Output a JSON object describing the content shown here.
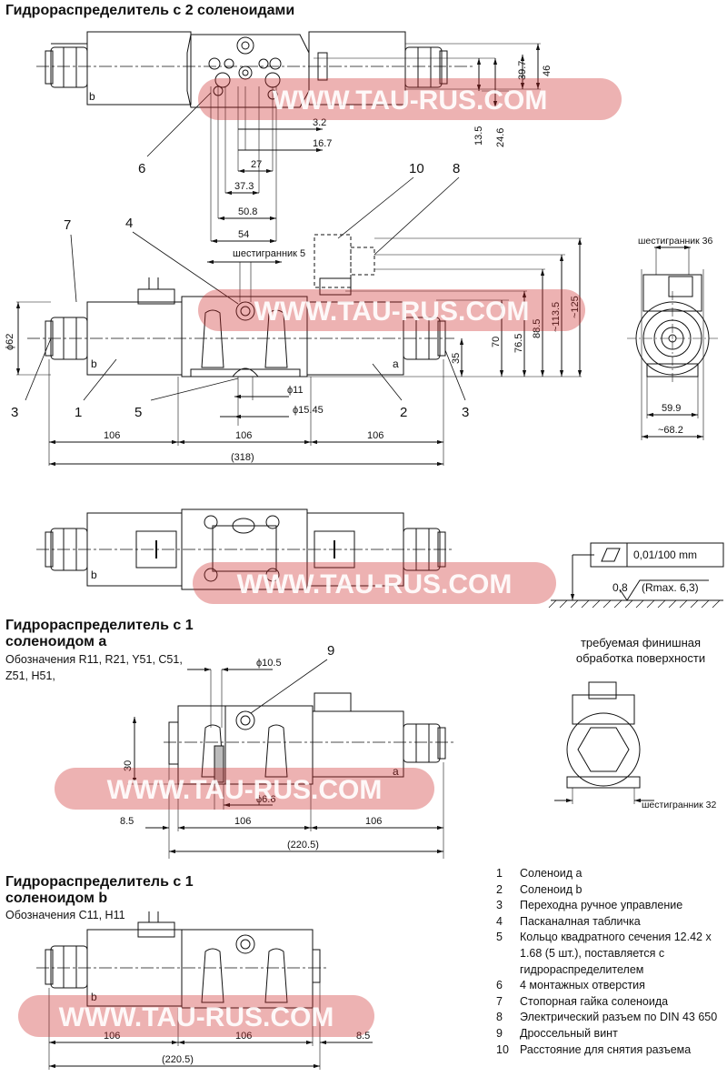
{
  "titles": {
    "two_solenoids": "Гидрораспределитель с 2 соленоидами",
    "one_solenoid_a": "Гидрораспределитель с 1 соленоидом a",
    "one_solenoid_b": "Гидрораспределитель с 1 соленоидом b"
  },
  "designations": {
    "a_line1": "Обозначения  R11, R21, Y51, C51,",
    "a_line2": "Z51, H51,",
    "b": "Обозначения C11, H11"
  },
  "watermark": "WWW.TAU-RUS.COM",
  "dimensions": {
    "top": [
      "39.7",
      "46",
      "13.5",
      "24.6",
      "3.2",
      "16.7",
      "27",
      "37.3",
      "50.8",
      "54"
    ],
    "front": [
      "шестигранник 5",
      "ϕ62",
      "ϕ11",
      "ϕ15.45",
      "70",
      "76.5",
      "88.5",
      "~113.5",
      "~125",
      "35",
      "106",
      "106",
      "106",
      "(318)"
    ],
    "side": [
      "шестигранник 36",
      "59.9",
      "~68.2"
    ],
    "a": [
      "ϕ10.5",
      "30",
      "ϕ6.6",
      "8.5",
      "106",
      "106",
      "(220.5)"
    ],
    "b": [
      "106",
      "106",
      "8.5",
      "(220.5)"
    ],
    "bottom_side": [
      "шестигранник 32"
    ]
  },
  "callouts": [
    "6",
    "10",
    "8",
    "7",
    "4",
    "3",
    "1",
    "5",
    "2",
    "3",
    "9"
  ],
  "plate_letters": {
    "a": "a",
    "b": "b"
  },
  "surface": {
    "tolerance": "0,01/100 mm",
    "roughness_value": "0,8",
    "roughness_max": "(Rmax.  6,3)",
    "caption": "требуемая финишная обработка поверхности"
  },
  "legend": [
    {
      "n": "1",
      "text": "Соленоид a"
    },
    {
      "n": "2",
      "text": "Соленоид b"
    },
    {
      "n": "3",
      "text": "Переходна ручное управление"
    },
    {
      "n": "4",
      "text": "Пасканалная табличка"
    },
    {
      "n": "5",
      "text": "Кольцо квадратного сечения 12.42 x 1.68 (5 шт.), поставляется с гидрораспределителем"
    },
    {
      "n": "6",
      "text": "4 монтажных отверстия"
    },
    {
      "n": "7",
      "text": "Стопорная гайка соленоида"
    },
    {
      "n": "8",
      "text": "Электрический разъем по DIN 43 650"
    },
    {
      "n": "9",
      "text": "Дроссельный винт"
    },
    {
      "n": "10",
      "text": "Расстояние для снятия разъема"
    }
  ],
  "colors": {
    "line": "#111111",
    "watermark_fill": "#cc2222",
    "watermark_text": "#ffffff"
  }
}
